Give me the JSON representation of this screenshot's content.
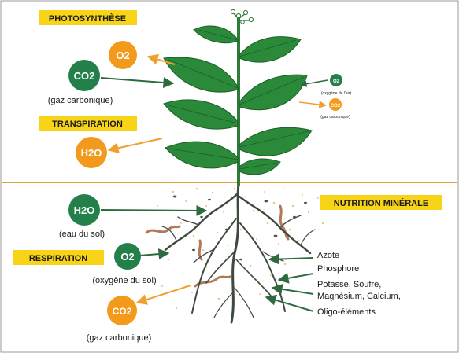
{
  "colors": {
    "yellow_label": "#f7d417",
    "green_circle": "#24804a",
    "orange_circle": "#f39a1d",
    "soil_line": "#e0a23a",
    "leaf": "#2a8a3a",
    "leaf_dark": "#1c5e28",
    "root": "#3f4a3f",
    "arrow_green": "#2d6b3e",
    "arrow_orange": "#f0a030"
  },
  "labels": {
    "photosynthese": "PHOTOSYNTHÈSE",
    "transpiration": "TRANSPIRATION",
    "respiration": "RESPIRATION",
    "nutrition": "NUTRITION MINÉRALE"
  },
  "molecules": {
    "o2_top": "O2",
    "co2_top": "CO2",
    "co2_top_caption": "(gaz carbonique)",
    "h2o_top": "H2O",
    "h2o_soil": "H2O",
    "h2o_soil_caption": "(eau du sol)",
    "o2_soil": "O2",
    "o2_soil_caption": "(oxygène du sol)",
    "co2_soil": "CO2",
    "co2_soil_caption": "(gaz carbonique)",
    "o2_small": "O2",
    "o2_small_caption": "(oxygène de l'air)",
    "co2_small": "CO2",
    "co2_small_caption": "(gaz carbonique)"
  },
  "nutrients": [
    "Azote",
    "Phosphore",
    "Potasse, Soufre,",
    "Magnésium, Calcium,",
    "Oligo-éléments"
  ]
}
